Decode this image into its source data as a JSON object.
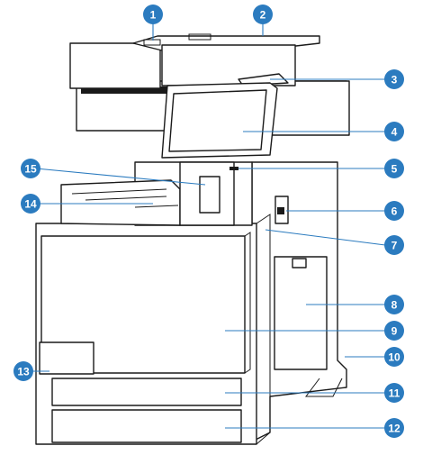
{
  "callouts": [
    {
      "number": "1"
    },
    {
      "number": "2"
    },
    {
      "number": "3"
    },
    {
      "number": "4"
    },
    {
      "number": "5"
    },
    {
      "number": "6"
    },
    {
      "number": "7"
    },
    {
      "number": "8"
    },
    {
      "number": "9"
    },
    {
      "number": "10"
    },
    {
      "number": "11"
    },
    {
      "number": "12"
    },
    {
      "number": "13"
    },
    {
      "number": "14"
    },
    {
      "number": "15"
    }
  ],
  "colors": {
    "callout": "#2b7bbf",
    "outline": "#1a1a1a",
    "background": "#ffffff"
  }
}
